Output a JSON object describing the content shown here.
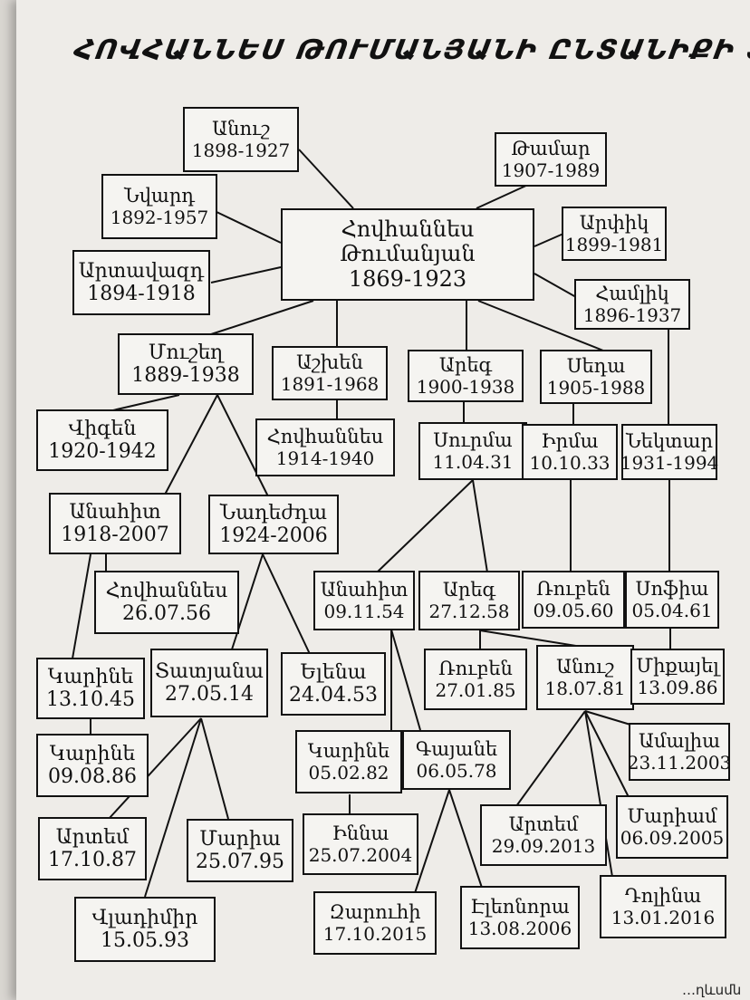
{
  "title": "ՀՈՎՀԱՆՆԵՍ ԹՈՒՄԱՆՅԱՆԻ ԸՆՏԱՆԻՔԻ ՏՈՀՄԱԾԱՌԸ",
  "root": {
    "name": "Հովհաննես Թումանյան",
    "name_line1": "Հովհաննես",
    "name_line2": "Թումանյան",
    "dates": "1869-1923"
  },
  "people": {
    "anush": {
      "name": "Անուշ",
      "dates": "1898-1927"
    },
    "tamar": {
      "name": "Թամար",
      "dates": "1907-1989"
    },
    "nvard": {
      "name": "Նվարդ",
      "dates": "1892-1957"
    },
    "arpik": {
      "name": "Արփիկ",
      "dates": "1899-1981"
    },
    "artavazd": {
      "name": "Արտավազդ",
      "dates": "1894-1918"
    },
    "hamlik": {
      "name": "Համլիկ",
      "dates": "1896-1937"
    },
    "mushegh": {
      "name": "Մուշեղ",
      "dates": "1889-1938"
    },
    "ashkhen": {
      "name": "Աշխեն",
      "dates": "1891-1968"
    },
    "areg": {
      "name": "Արեգ",
      "dates": "1900-1938"
    },
    "seda": {
      "name": "Սեդա",
      "dates": "1905-1988"
    },
    "vigen": {
      "name": "Վիգեն",
      "dates": "1920-1942"
    },
    "hovhannes1": {
      "name": "Հովհաննես",
      "dates": "1914-1940"
    },
    "surma": {
      "name": "Սուրմա",
      "dates": "11.04.31"
    },
    "irma": {
      "name": "Իրմա",
      "dates": "10.10.33"
    },
    "nektar": {
      "name": "Նեկտար",
      "dates": "1931-1994"
    },
    "anahit1": {
      "name": "Անահիտ",
      "dates": "1918-2007"
    },
    "nadezhda": {
      "name": "Նադեժդա",
      "dates": "1924-2006"
    },
    "hovhannes2": {
      "name": "Հովհաննես",
      "dates": "26.07.56"
    },
    "anahit2": {
      "name": "Անահիտ",
      "dates": "09.11.54"
    },
    "areg2": {
      "name": "Արեգ",
      "dates": "27.12.58"
    },
    "ruben1": {
      "name": "Ռուբեն",
      "dates": "09.05.60"
    },
    "sofia": {
      "name": "Սոֆիա",
      "dates": "05.04.61"
    },
    "karine1": {
      "name": "Կարինե",
      "dates": "13.10.45"
    },
    "tatyana": {
      "name": "Տատյանա",
      "dates": "27.05.14"
    },
    "elena": {
      "name": "Ելենա",
      "dates": "24.04.53"
    },
    "ruben2": {
      "name": "Ռուբեն",
      "dates": "27.01.85"
    },
    "anush2": {
      "name": "Անուշ",
      "dates": "18.07.81"
    },
    "mikayel": {
      "name": "Միքայել",
      "dates": "13.09.86"
    },
    "karine2": {
      "name": "Կարինե",
      "dates": "09.08.86"
    },
    "karine3": {
      "name": "Կարինե",
      "dates": "05.02.82"
    },
    "gayane": {
      "name": "Գայանե",
      "dates": "06.05.78"
    },
    "amalia": {
      "name": "Ամալիա",
      "dates": "23.11.2003"
    },
    "artem1": {
      "name": "Արտեմ",
      "dates": "17.10.87"
    },
    "maria1": {
      "name": "Մարիա",
      "dates": "25.07.95"
    },
    "inna": {
      "name": "Իննա",
      "dates": "25.07.2004"
    },
    "artem2": {
      "name": "Արտեմ",
      "dates": "29.09.2013"
    },
    "mariam": {
      "name": "Մարիամ",
      "dates": "06.09.2005"
    },
    "vladimir": {
      "name": "Վլադիմիր",
      "dates": "15.05.93"
    },
    "zaruhi": {
      "name": "Զարուհի",
      "dates": "17.10.2015"
    },
    "eleonora": {
      "name": "Էլեոնորա",
      "dates": "13.08.2006"
    },
    "dolina": {
      "name": "Դոլինա",
      "dates": "13.01.2016"
    }
  },
  "footer_fragment": "…ղևսմն"
}
